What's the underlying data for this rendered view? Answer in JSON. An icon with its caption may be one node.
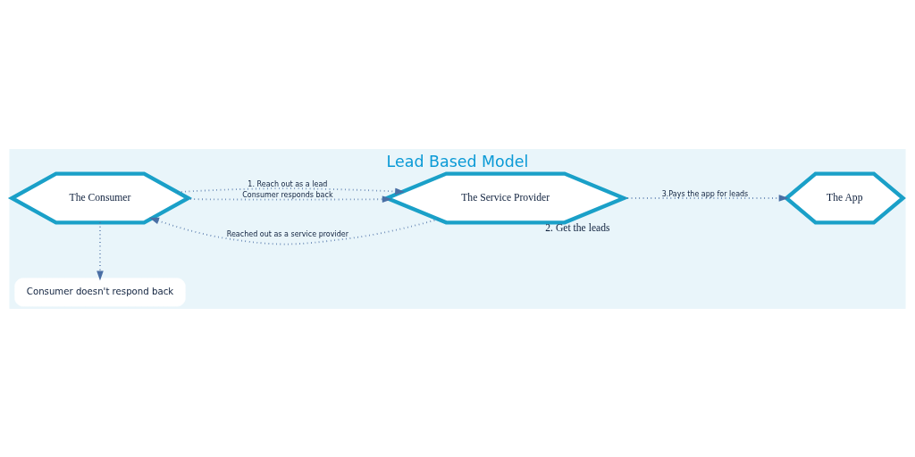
{
  "diagram": {
    "title": "Lead Based Model",
    "nodes": [
      {
        "text": [
          "Consumer doesn't respond back"
        ]
      },
      {
        "text": [
          "The Consumer"
        ]
      },
      {
        "text": [
          "The Service Provider"
        ],
        "beside": [
          "2. Get the leads"
        ]
      },
      {
        "text": [
          "The App"
        ]
      }
    ],
    "edges": [
      {
        "from": 1,
        "to": 0,
        "arrow": "to"
      },
      {
        "from": 2,
        "to": 1,
        "arrow": "to",
        "label": "Reached out as a service provider"
      },
      {
        "from": 1,
        "to": 2,
        "arrow": "to",
        "label": "1. Reach out as a lead"
      },
      {
        "from": 1,
        "to": 2,
        "arrow": "to",
        "label": "Consumer responds back"
      },
      {
        "from": 2,
        "to": 3,
        "arrow": "to",
        "label": "3.Pays the app for leads"
      }
    ]
  }
}
